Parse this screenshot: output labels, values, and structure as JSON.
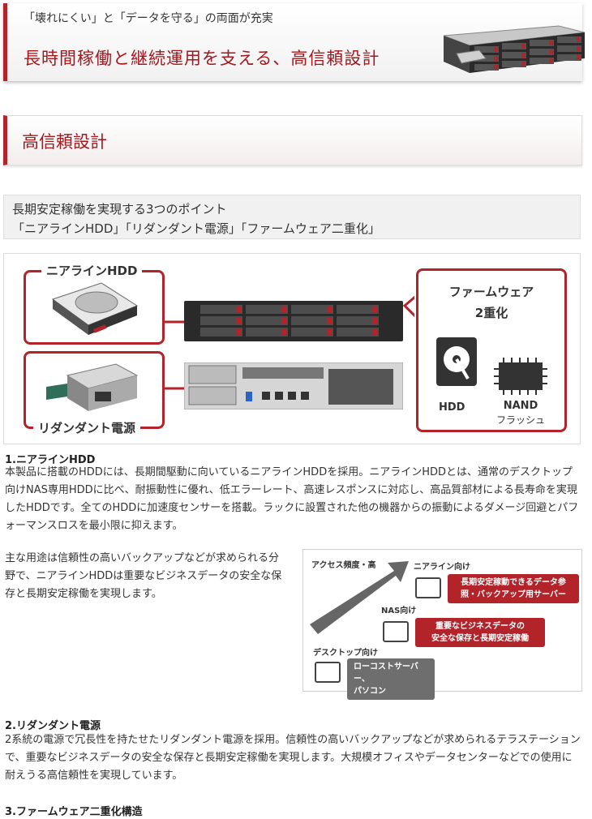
{
  "banner": {
    "subtitle": "「壊れにくい」と「データを守る」の両面が充実",
    "title": "長時間稼働と継続運用を支える、高信頼設計"
  },
  "section": {
    "title": "高信頼設計"
  },
  "points": {
    "line1": "長期安定稼働を実現する3つのポイント",
    "line2": "「ニアラインHDD」「リダンダント電源」「ファームウェア二重化」"
  },
  "diagram": {
    "nearline_label": "ニアラインHDD",
    "redundant_label": "リダンダント電源",
    "firmware_label_1": "ファームウェア",
    "firmware_label_2": "2重化",
    "hdd_label": "HDD",
    "nand_label_1": "NAND",
    "nand_label_2": "フラッシュ"
  },
  "sec1": {
    "heading": "1.ニアラインHDD",
    "body": "本製品に搭載のHDDには、長期間駆動に向いているニアラインHDDを採用。ニアラインHDDとは、通常のデスクトップ向けNAS専用HDDに比べ、耐振動性に優れ、低エラーレート、高速レスポンスに対応し、高品質部材による長寿命を実現したHDDです。全てのHDDに加速度センサーを搭載。ラックに設置された他の機器からの振動によるダメージ回避とパフォーマンスロスを最小限に抑えます。",
    "note": "主な用途は信頼性の高いバックアップなどが求められる分野で、ニアラインHDDは重要なビジネスデータの安全な保存と長期安定稼働を実現します。"
  },
  "access_chart": {
    "axis_label": "アクセス頻度・高",
    "tier1_label": "ニアライン向け",
    "tier1_tag": "長期安定稼動できるデータ参照・バックアップ用サーバー",
    "tier2_label": "NAS向け",
    "tier2_tag_1": "重要なビジネスデータの",
    "tier2_tag_2": "安全な保存と長期安定稼働",
    "tier3_label": "デスクトップ向け",
    "tier3_tag_1": "ローコストサーバー、",
    "tier3_tag_2": "パソコン",
    "colors": {
      "accent": "#b3232a",
      "gray": "#6e6e6e"
    }
  },
  "sec2": {
    "heading": "2.リダンダント電源",
    "body": "2系統の電源で冗長性を持たせたリダンダント電源を採用。信頼性の高いバックアップなどが求められるテラステーションで、重要なビジネスデータの安全な保存と長期安定稼働を実現します。大規模オフィスやデータセンターなどでの使用に耐えうる高信頼性を実現しています。"
  },
  "sec3": {
    "heading": "3.ファームウェア二重化構造"
  }
}
